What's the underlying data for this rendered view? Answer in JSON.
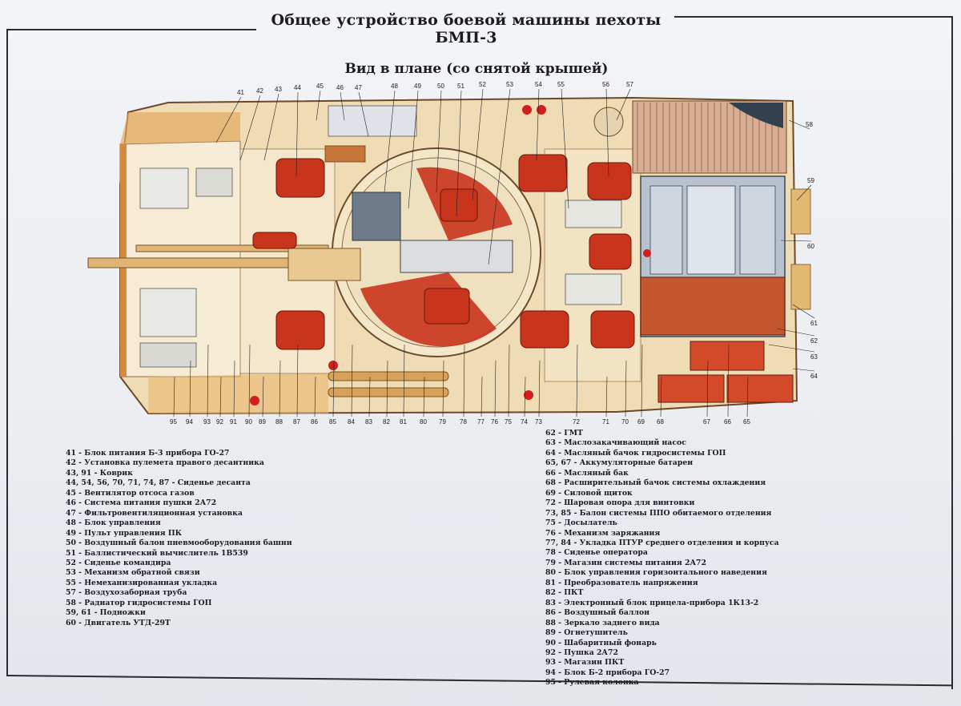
{
  "header": {
    "title": "Общее устройство боевой машины пехоты БМП-3",
    "subtitle": "Вид в плане (со снятой крышей)"
  },
  "callouts_top": [
    "41",
    "42",
    "43",
    "44",
    "45",
    "46",
    "47",
    "48",
    "49",
    "50",
    "51",
    "52",
    "53",
    "54",
    "55",
    "56",
    "57"
  ],
  "callouts_right": [
    "58",
    "59",
    "60",
    "61",
    "62",
    "63",
    "64"
  ],
  "callouts_bottom": [
    "95",
    "94",
    "93",
    "92",
    "91",
    "90",
    "89",
    "88",
    "87",
    "86",
    "85",
    "84",
    "83",
    "82",
    "81",
    "80",
    "79",
    "78",
    "77",
    "76",
    "75",
    "74",
    "73",
    "72",
    "71",
    "70",
    "69",
    "68",
    "67",
    "66",
    "65"
  ],
  "legend_left": [
    "41 - Блок питания Б-3 прибора ГО-27",
    "42 - Установка пулемета правого десантника",
    "43, 91 - Коврик",
    "44, 54, 56, 70, 71, 74, 87 - Сиденье десанта",
    "45 - Вентилятор отсоса газов",
    "46 - Система питания пушки 2А72",
    "47 - Фильтровентиляционная установка",
    "48 - Блок управления",
    "49 - Пульт управления ПК",
    "50 - Воздушный балон пневмооборудования башни",
    "51 - Баллистический вычислитель 1В539",
    "52 - Сиденье командира",
    "53 - Механизм обратной связи",
    "55 - Немеханизированная укладка",
    "57 - Воздухозаборная труба",
    "58 - Радиатор гидросистемы ГОП",
    "59, 61 - Подножки",
    "60 - Двигатель УТД-29Т"
  ],
  "legend_right": [
    "62 - ГМТ",
    "63 - Маслозакачивающий насос",
    "64 - Масляный бачок гидросистемы ГОП",
    "65, 67 - Аккумуляторные батареи",
    "66 - Масляный бак",
    "68 - Расширительный бачок системы охлаждения",
    "69 - Силовой щиток",
    "72 - Шаровая опора для винтовки",
    "73, 85 - Балон системы ППО обитаемого отделения",
    "75 - Досылатель",
    "76 - Механизм заряжания",
    "77, 84 - Укладка ПТУР среднего отделения и корпуса",
    "78 - Сиденье оператора",
    "79 - Магазин системы питания 2А72",
    "80 - Блок управления горизонтального наведения",
    "81 - Преобразователь напряжения",
    "82 - ПКТ",
    "83 - Электронный блок прицела-прибора 1К13-2",
    "86 - Воздушный баллон",
    "88 - Зеркало заднего вида",
    "89 - Огнетушитель",
    "90 - Шабаритный фонарь",
    "92 - Пушка 2А72",
    "93 - Магазин ПКТ",
    "94 - Блок Б-2 прибора ГО-27",
    "95 - Рулевая колонка"
  ],
  "colors": {
    "seat_red": "#c8341c",
    "hull_cream": "#efdcb4",
    "engine_grey": "#b8c2cf",
    "engine_orange": "#c4562e",
    "radiator": "#d7ad93"
  }
}
